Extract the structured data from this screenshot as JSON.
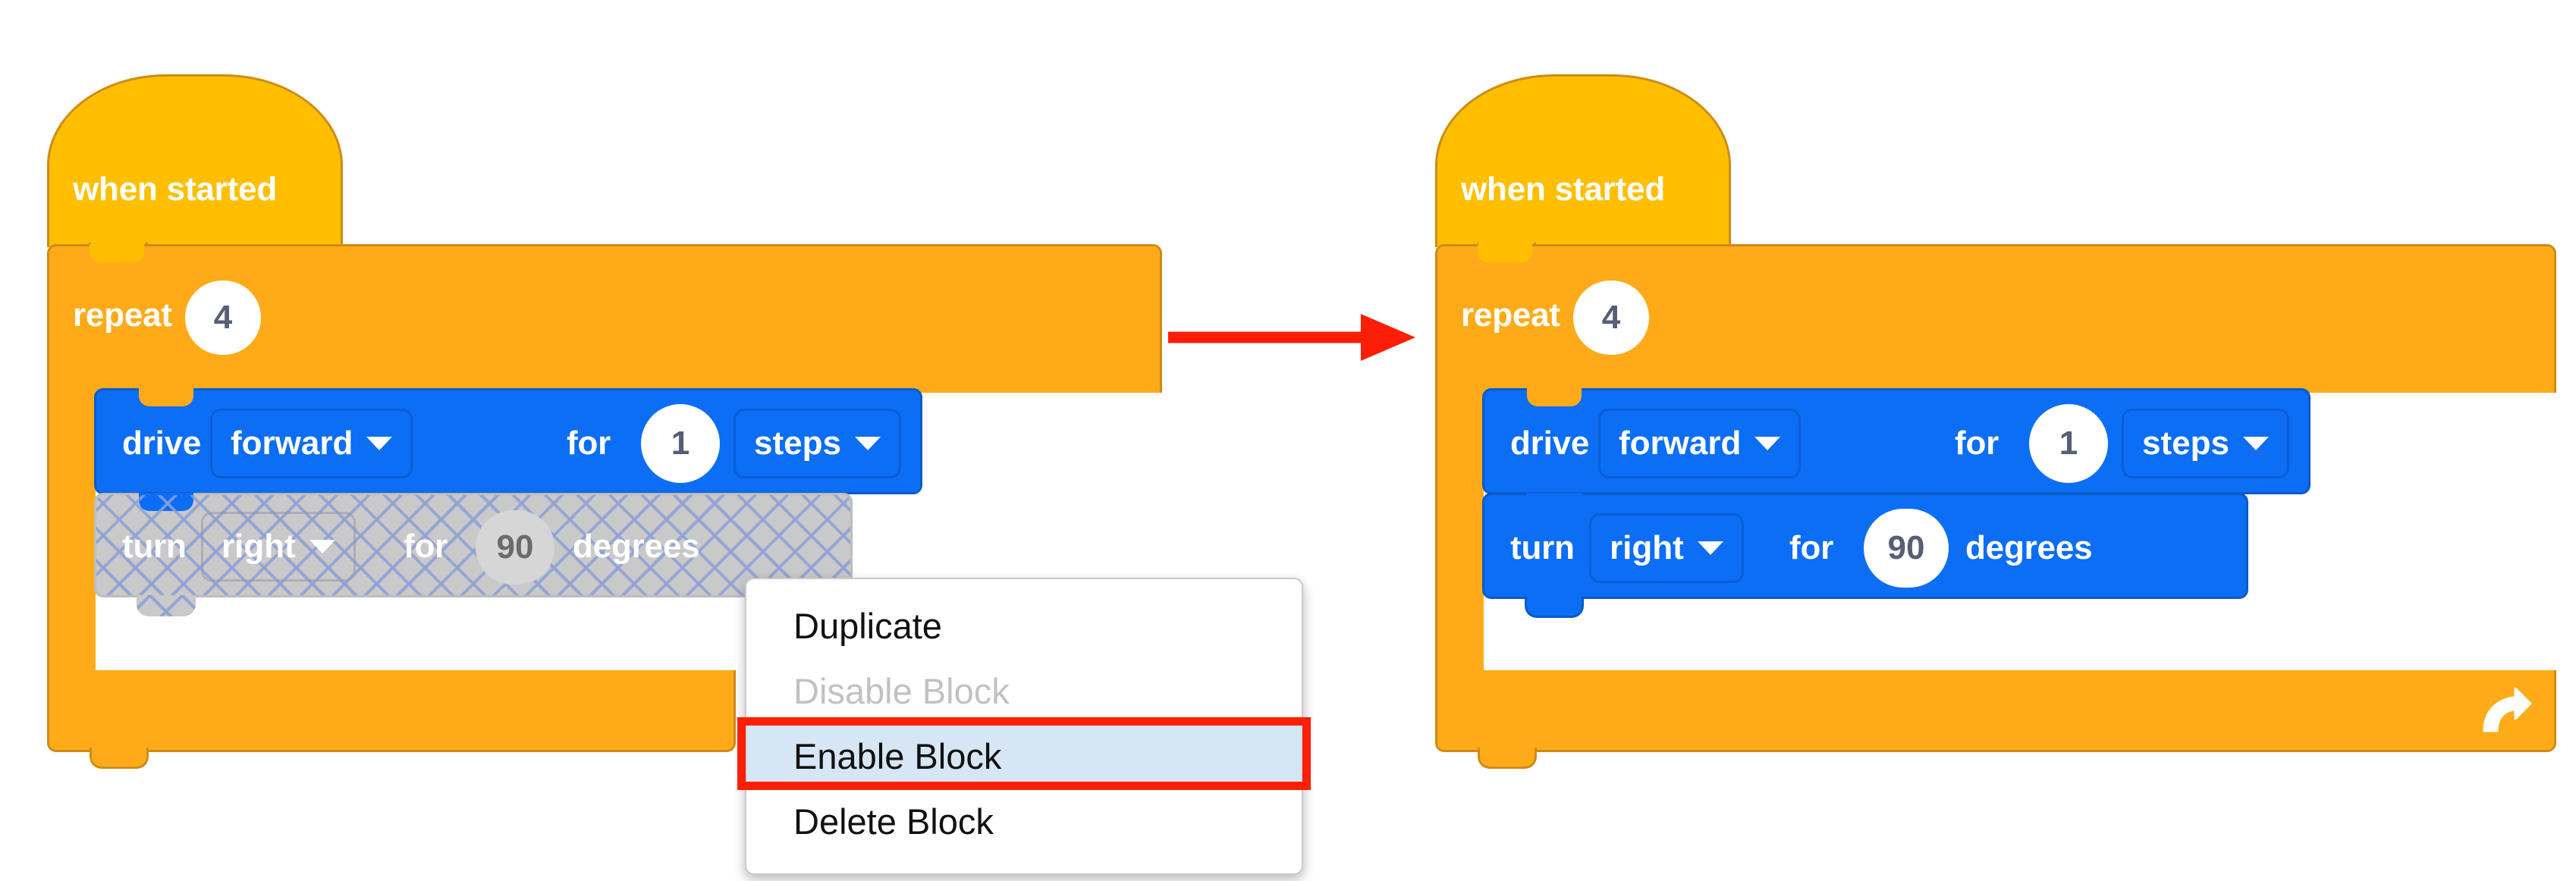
{
  "figure": {
    "title": "Enable Block context-menu action on a disabled VEXcode block",
    "background_color": "#ffffff",
    "annotation_color": "#fc1f05"
  },
  "palette": {
    "hat_yellow": "#ffbf00",
    "hat_yellow_border": "#cf8b17",
    "control_orange": "#ffab19",
    "control_orange_border": "#cf8b17",
    "motion_blue": "#0b6ef4",
    "motion_blue_border": "#0b5bc9",
    "disabled_gray": "#c9c9c9",
    "hatch_line": "#8ca0d7",
    "number_text": "#575e75",
    "menu_highlight": "#d6e6f4",
    "menu_disabled_text": "#c2c2c2"
  },
  "before_stack": {
    "name": "before-stack",
    "hat": {
      "label": "when started"
    },
    "repeat": {
      "label": "repeat",
      "count": "4"
    },
    "blocks": [
      {
        "id": "drive-block",
        "state": "enabled",
        "parts": [
          {
            "kind": "label",
            "text": "drive"
          },
          {
            "kind": "dropdown",
            "text": "forward"
          },
          {
            "kind": "label",
            "text": "for"
          },
          {
            "kind": "number",
            "text": "1"
          },
          {
            "kind": "dropdown",
            "text": "steps"
          }
        ]
      },
      {
        "id": "turn-block",
        "state": "disabled",
        "parts": [
          {
            "kind": "label",
            "text": "turn"
          },
          {
            "kind": "dropdown",
            "text": "right"
          },
          {
            "kind": "label",
            "text": "for"
          },
          {
            "kind": "number",
            "text": "90"
          },
          {
            "kind": "label",
            "text": "degrees"
          }
        ]
      }
    ]
  },
  "after_stack": {
    "name": "after-stack",
    "hat": {
      "label": "when started"
    },
    "repeat": {
      "label": "repeat",
      "count": "4"
    },
    "blocks": [
      {
        "id": "drive-block",
        "state": "enabled",
        "parts": [
          {
            "kind": "label",
            "text": "drive"
          },
          {
            "kind": "dropdown",
            "text": "forward"
          },
          {
            "kind": "label",
            "text": "for"
          },
          {
            "kind": "number",
            "text": "1"
          },
          {
            "kind": "dropdown",
            "text": "steps"
          }
        ]
      },
      {
        "id": "turn-block",
        "state": "enabled",
        "parts": [
          {
            "kind": "label",
            "text": "turn"
          },
          {
            "kind": "dropdown",
            "text": "right"
          },
          {
            "kind": "label",
            "text": "for"
          },
          {
            "kind": "number",
            "text": "90"
          },
          {
            "kind": "label",
            "text": "degrees"
          }
        ]
      }
    ]
  },
  "context_menu": {
    "items": [
      {
        "label": "Duplicate",
        "state": "normal"
      },
      {
        "label": "Disable Block",
        "state": "disabled"
      },
      {
        "label": "Enable Block",
        "state": "highlighted"
      },
      {
        "label": "Delete Block",
        "state": "normal"
      }
    ]
  },
  "icons": {
    "loop_arrow": "loop-arrow-icon",
    "dropdown_caret": "chevron-down-icon",
    "transition_arrow": "right-arrow-icon"
  }
}
